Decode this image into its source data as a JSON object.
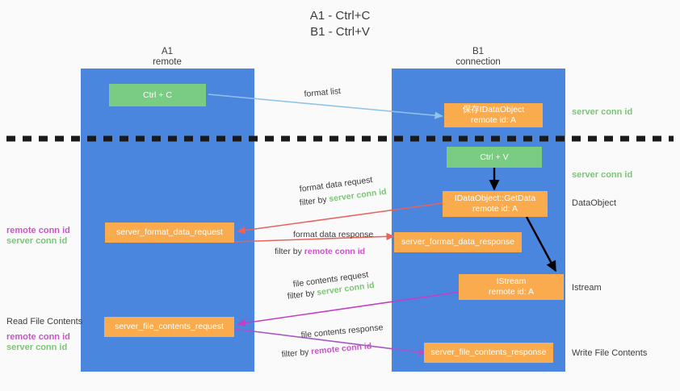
{
  "title": {
    "line1": "A1 - Ctrl+C",
    "line2": "B1 - Ctrl+V"
  },
  "lanes": [
    {
      "id": "a1",
      "name": "A1",
      "subtitle": "remote"
    },
    {
      "id": "b1",
      "name": "B1",
      "subtitle": "connection"
    }
  ],
  "boxes": {
    "ctrl_c": {
      "line1": "Ctrl + C"
    },
    "ctrl_v": {
      "line1": "Ctrl + V"
    },
    "save_idataobject": {
      "line1": "保存IDataObject",
      "line2": "remote id: A"
    },
    "getdata": {
      "line1": "IDataObject::GetData",
      "line2": "remote id: A"
    },
    "istream": {
      "line1": "IStream",
      "line2": "remote id: A"
    },
    "server_format_data_request": {
      "line1": "server_format_data_request"
    },
    "server_format_data_response": {
      "line1": "server_format_data_response"
    },
    "server_file_contents_request": {
      "line1": "server_file_contents_request"
    },
    "server_file_contents_response": {
      "line1": "server_file_contents_response"
    }
  },
  "right_labels": {
    "server_conn_id_top": "server conn id",
    "server_conn_id_mid": "server conn id",
    "dataobject": "DataObject",
    "istream": "Istream",
    "write_file_contents": "Write File Contents"
  },
  "left_labels": {
    "remote_conn_id_mid": "remote conn id",
    "server_conn_id_mid": "server conn id",
    "read_file_contents": "Read File Contents",
    "remote_conn_id_bottom": "remote conn id",
    "server_conn_id_bottom": "server conn id"
  },
  "edges": {
    "format_list": "format list",
    "format_data_request": "format data request",
    "format_data_request_filter_prefix": "filter by ",
    "format_data_request_filter_value": "server conn id",
    "format_data_response": "format data response",
    "format_data_response_filter_prefix": "filter by ",
    "format_data_response_filter_value": "remote conn id",
    "file_contents_request": "file contents request",
    "file_contents_request_filter_prefix": "filter by ",
    "file_contents_request_filter_value": "server conn id",
    "file_contents_response": "file contents response",
    "file_contents_response_filter_prefix": "filter by ",
    "file_contents_response_filter_value": "remote conn id"
  },
  "colors": {
    "lane_blue": "#4a85de",
    "box_green": "#79cc82",
    "box_orange": "#f9ab4d",
    "arrow_lightblue": "#8ec4ea",
    "arrow_black": "#000000",
    "arrow_red": "#e8635c",
    "arrow_magenta": "#c43fc4",
    "arrow_purple": "#a855c8",
    "server_conn_id": "#7cc576",
    "remote_conn_id": "#c855c8",
    "divider": "#1a1a1a",
    "background": "#fafafa"
  }
}
